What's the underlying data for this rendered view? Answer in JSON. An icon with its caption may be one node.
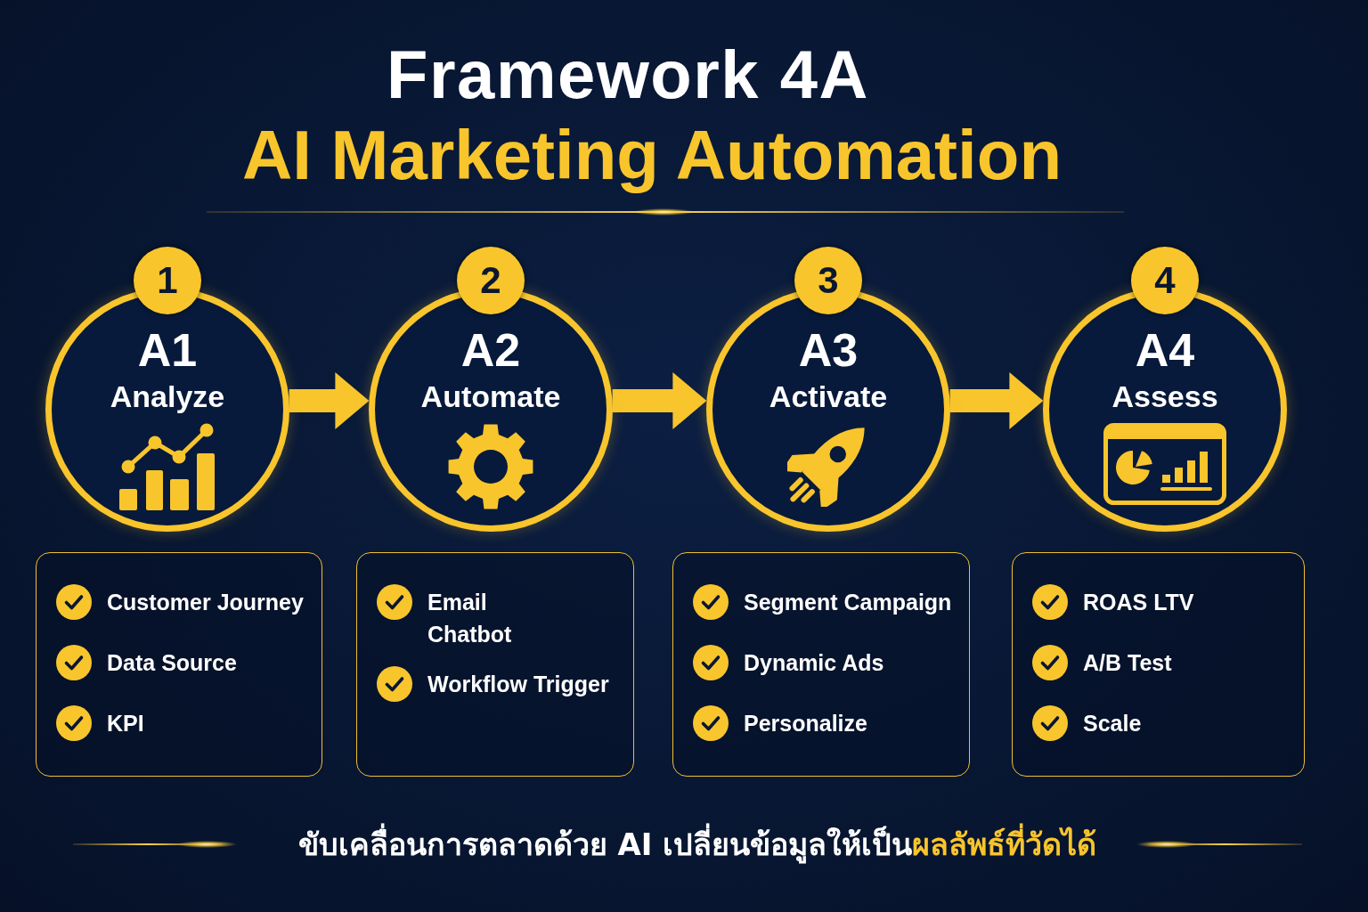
{
  "diagram": {
    "title": "Framework 4A",
    "caption": "ขับเคลื่อนการตลาดด้วย AI เปลี่ยนข้อมูลให้เป็น**ผลลัพธ์ที่วัดได้**",
    "nodes": [
      {
        "text": [
          "1"
        ]
      },
      {
        "text": [
          "2"
        ]
      },
      {
        "text": [
          "3"
        ]
      },
      {
        "text": [
          "4"
        ]
      },
      {
        "text": [
          "A1",
          "Analyze"
        ]
      },
      {
        "text": [
          "A2",
          "Automate"
        ]
      },
      {
        "text": [
          "A3",
          "Activate"
        ]
      },
      {
        "text": [
          "A4",
          "Assess"
        ]
      },
      {
        "text": [
          "Customer Journey",
          "Data Source",
          "KPI"
        ]
      },
      {
        "text": [
          "Email Chatbot",
          "Workflow Trigger"
        ]
      },
      {
        "text": [
          "Segment Campaign",
          "Dynamic Ads",
          "Personalize"
        ]
      },
      {
        "text": [
          "ROAS LTV",
          "A/B Test",
          "Scale"
        ]
      }
    ],
    "edges": [
      {
        "from": 4,
        "to": 5,
        "arrow": "to"
      },
      {
        "from": 5,
        "to": 6,
        "arrow": "to"
      },
      {
        "from": 6,
        "to": 7,
        "arrow": "to"
      }
    ],
    "labels": [
      "AI Marketing Automation"
    ]
  }
}
